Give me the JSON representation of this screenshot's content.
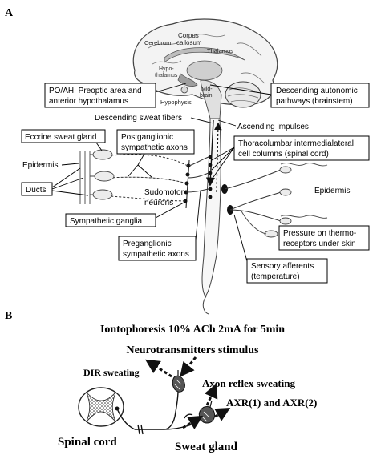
{
  "panel_a": {
    "letter": "A",
    "brain": {
      "corpus": "Corpus",
      "callosum": "callosum",
      "cerebrum": "Cerebrum",
      "thalamus": "Thalamus",
      "hypothalamus_1": "Hypo-",
      "hypothalamus_2": "thalamus",
      "midbrain_1": "Mid-",
      "midbrain_2": "brain",
      "hypophysis": "Hypophysis"
    },
    "poah_1": "PO/AH; Preoptic area and",
    "poah_2": "anterior hypothalamus",
    "descending_autonomic_1": "Descending autonomic",
    "descending_autonomic_2": "pathways (brainstem)",
    "descending_sweat_fibers": "Descending sweat fibers",
    "ascending_impulses": "Ascending impulses",
    "eccrine_sweat_gland": "Eccrine sweat gland",
    "postganglionic_1": "Postganglionic",
    "postganglionic_2": "sympathetic axons",
    "thoracolumbar_1": "Thoracolumbar intermedialateral",
    "thoracolumbar_2": "cell columns (spinal cord)",
    "epidermis_left": "Epidermis",
    "ducts": "Ducts",
    "sudomotor_1": "Sudomotor",
    "sudomotor_2": "neurons",
    "epidermis_right": "Epidermis",
    "sympathetic_ganglia": "Sympathetic ganglia",
    "preganglionic_1": "Preganglionic",
    "preganglionic_2": "sympathetic axons",
    "pressure_1": "Pressure on thermo-",
    "pressure_2": "receptors under skin",
    "sensory_1": "Sensory afferents",
    "sensory_2": "(temperature)"
  },
  "panel_b": {
    "letter": "B",
    "title": "Iontophoresis 10% ACh 2mA for 5min",
    "subtitle": "Neurotransmitters stimulus",
    "dir_sweating": "DIR sweating",
    "axon_reflex": "Axon reflex sweating",
    "axr": "AXR(1) and AXR(2)",
    "spinal_cord": "Spinal cord",
    "sweat_gland": "Sweat gland"
  }
}
